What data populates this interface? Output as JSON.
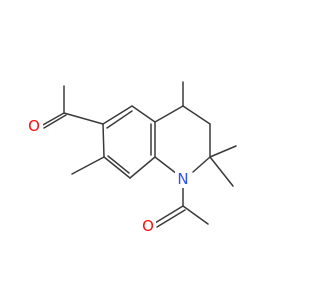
{
  "molecule": {
    "atoms": [
      {
        "id": "O1",
        "label": "O",
        "color": "#ff0d0d"
      },
      {
        "id": "N1",
        "label": "N",
        "color": "#3050f8"
      },
      {
        "id": "O2",
        "label": "O",
        "color": "#ff0d0d"
      }
    ],
    "bond_color": "#3a3a3a"
  }
}
